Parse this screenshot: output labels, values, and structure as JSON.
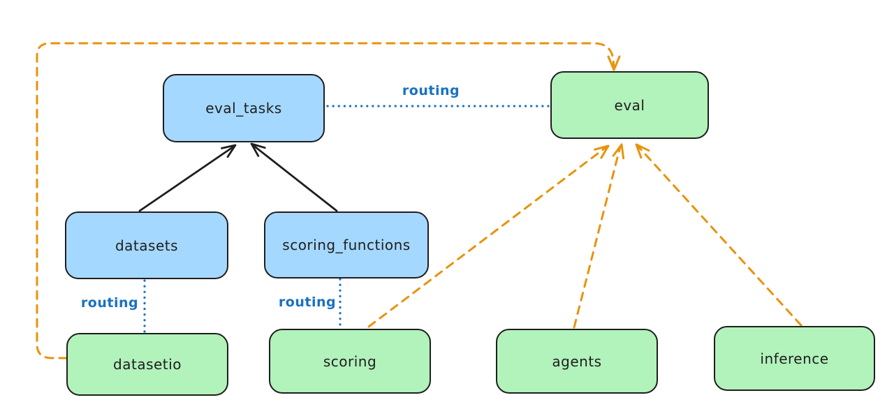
{
  "colors": {
    "background": "#ffffff",
    "node_fill_blue": "#a5d8ff",
    "node_fill_green": "#b2f2bb",
    "node_stroke": "#1e1e1e",
    "arrow_black": "#1e1e1e",
    "arrow_orange": "#e8930c",
    "routing_blue": "#1971c2"
  },
  "nodes": {
    "eval_tasks": {
      "label": "eval_tasks",
      "fill": "blue"
    },
    "eval": {
      "label": "eval",
      "fill": "green"
    },
    "datasets": {
      "label": "datasets",
      "fill": "blue"
    },
    "scoring_functions": {
      "label": "scoring_functions",
      "fill": "blue"
    },
    "datasetio": {
      "label": "datasetio",
      "fill": "green"
    },
    "scoring": {
      "label": "scoring",
      "fill": "green"
    },
    "agents": {
      "label": "agents",
      "fill": "green"
    },
    "inference": {
      "label": "inference",
      "fill": "green"
    }
  },
  "edges": {
    "eval_tasks_eval": {
      "label": "routing",
      "style": "dotted-blue"
    },
    "datasets_datasetio": {
      "label": "routing",
      "style": "dotted-blue"
    },
    "scoring_functions_scoring": {
      "label": "routing",
      "style": "dotted-blue"
    },
    "datasets_eval_tasks": {
      "style": "solid-black-arrow"
    },
    "scoring_functions_eval_tasks": {
      "style": "solid-black-arrow"
    },
    "scoring_eval": {
      "style": "dashed-orange-arrow"
    },
    "agents_eval": {
      "style": "dashed-orange-arrow"
    },
    "inference_eval": {
      "style": "dashed-orange-arrow"
    },
    "datasetio_eval": {
      "style": "dashed-orange-arrow"
    }
  }
}
